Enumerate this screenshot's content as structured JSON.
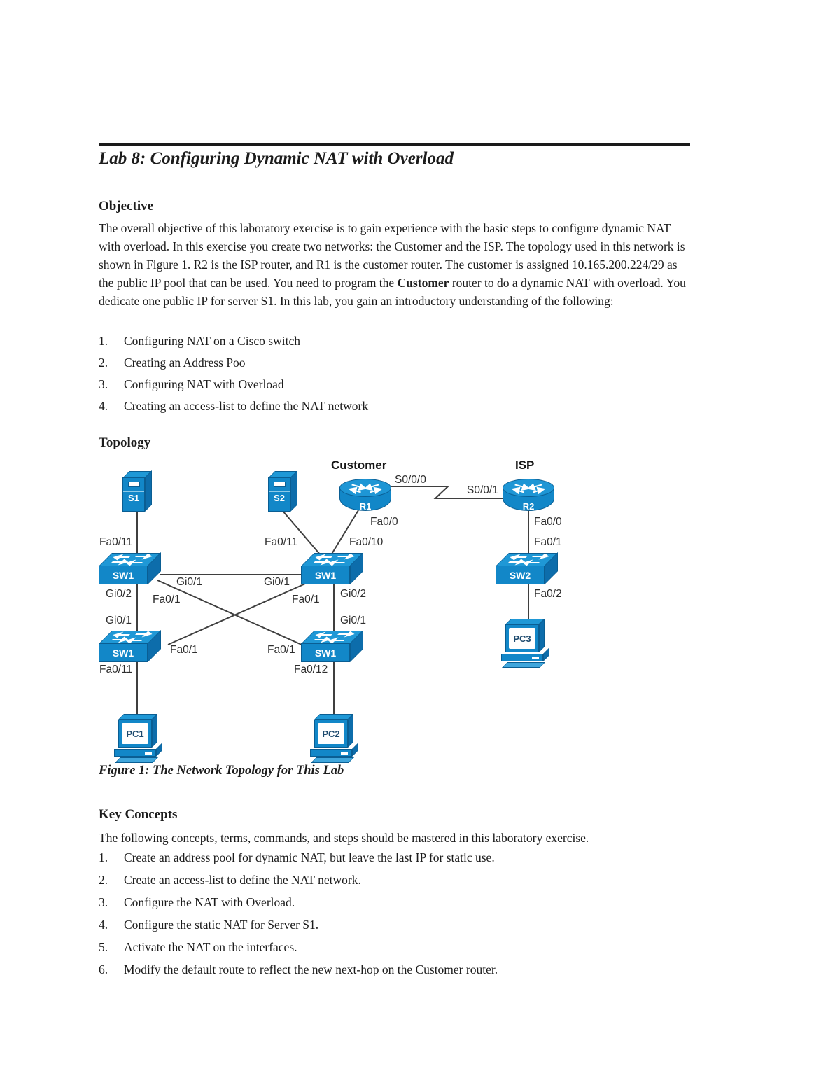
{
  "doc": {
    "title": "Lab 8: Configuring Dynamic NAT with Overload"
  },
  "objective": {
    "heading": "Objective",
    "paragraph": {
      "before": "The overall objective of this laboratory exercise is to gain experience with the basic steps to configure dynamic NAT with overload. In this exercise you create two networks: the Customer and the ISP. The topology used in this network is shown in Figure 1. R2 is the ISP router, and R1 is the customer router. The customer is assigned 10.165.200.224/29 as the public IP pool that can be used. You need to program the ",
      "bold": "Customer",
      "after": " router to do a dynamic NAT with overload. You dedicate one public IP for server S1. In this lab, you gain an introductory understanding of the following:"
    },
    "items": [
      {
        "n": "1.",
        "t": "Configuring NAT on a Cisco switch"
      },
      {
        "n": "2.",
        "t": "Creating an Address Poo"
      },
      {
        "n": "3.",
        "t": "Configuring NAT with Overload"
      },
      {
        "n": "4.",
        "t": "Creating an access-list to define the NAT network"
      }
    ]
  },
  "topology": {
    "heading": "Topology",
    "caption": "Figure 1: The Network Topology for This Lab",
    "group_labels": {
      "customer": "Customer",
      "isp": "ISP"
    },
    "nodes": {
      "s1": "S1",
      "s2": "S2",
      "r1": "R1",
      "r2": "R2",
      "sw1a": "SW1",
      "sw1b": "SW1",
      "sw2": "SW2",
      "sw1c": "SW1",
      "sw1d": "SW1",
      "pc1": "PC1",
      "pc2": "PC2",
      "pc3": "PC3"
    },
    "ports": [
      "Fa0/11",
      "Fa0/11",
      "Fa0/10",
      "Fa0/0",
      "S0/0/0",
      "S0/0/1",
      "Fa0/0",
      "Fa0/1",
      "Gi0/1",
      "Gi0/1",
      "Gi0/2",
      "Fa0/1",
      "Fa0/1",
      "Gi0/2",
      "Gi0/1",
      "Gi0/1",
      "Fa0/1",
      "Fa0/1",
      "Fa0/2",
      "Fa0/11",
      "Fa0/12"
    ]
  },
  "key_concepts": {
    "heading": "Key Concepts",
    "paragraph": "The following concepts, terms, commands, and steps should be mastered in this laboratory exercise.",
    "items": [
      {
        "n": "1.",
        "t": "Create an address pool for dynamic NAT, but leave the last IP for static use."
      },
      {
        "n": "2.",
        "t": "Create an access-list to define the NAT network."
      },
      {
        "n": "3.",
        "t": "Configure the NAT with Overload."
      },
      {
        "n": "4.",
        "t": "Configure the static NAT for Server S1."
      },
      {
        "n": "5.",
        "t": "Activate the NAT on the interfaces."
      },
      {
        "n": "6.",
        "t": "Modify the default route to reflect the new next-hop on the Customer router."
      }
    ]
  }
}
